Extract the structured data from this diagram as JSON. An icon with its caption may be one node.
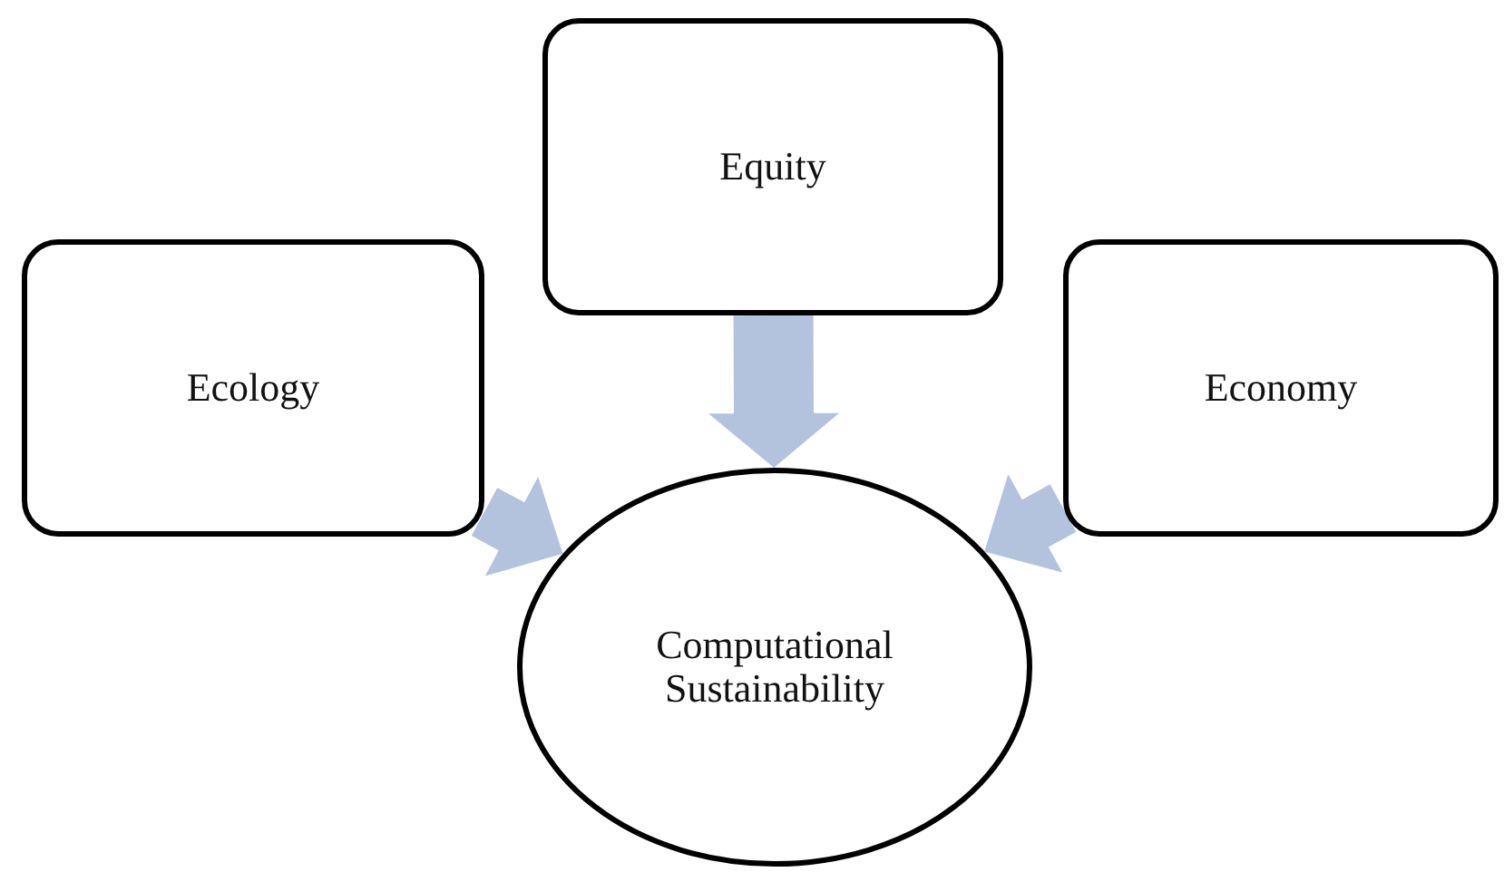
{
  "diagram": {
    "nodes": [
      {
        "text": [
          "Equity"
        ]
      },
      {
        "text": [
          "Ecology"
        ]
      },
      {
        "text": [
          "Economy"
        ]
      },
      {
        "text": [
          "Computational Sustainability"
        ]
      }
    ],
    "edges": [
      {
        "from": 0,
        "to": 3,
        "arrow": "to"
      },
      {
        "from": 1,
        "to": 3,
        "arrow": "to"
      },
      {
        "from": 2,
        "to": 3,
        "arrow": "to"
      }
    ]
  }
}
